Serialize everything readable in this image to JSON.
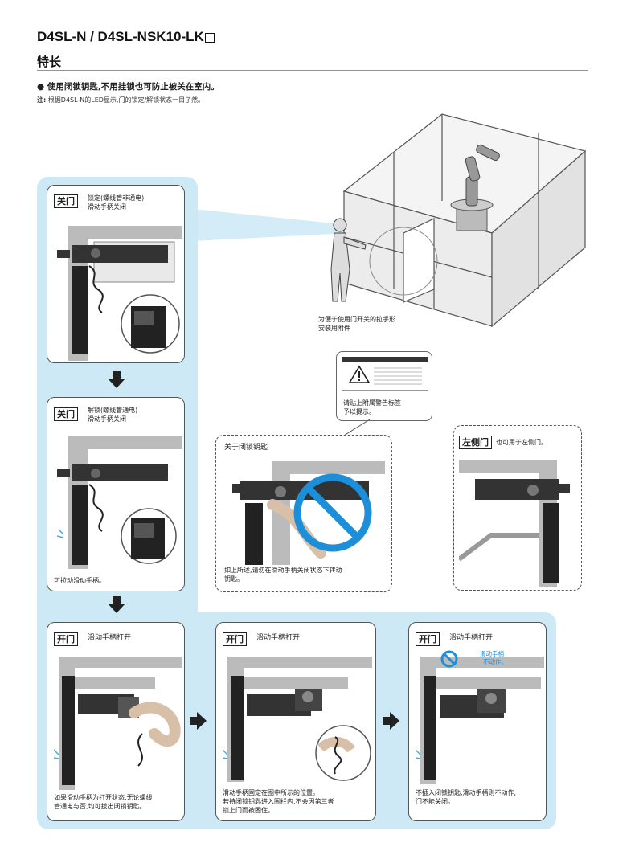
{
  "header": {
    "title": "D4SL-N / D4SL-NSK10-LK",
    "section": "特长",
    "bullet": "● 使用闭锁钥匙,不用挂锁也可防止被关在室内。",
    "note_label": "注:",
    "note_text": "根据D4SL-N的LED显示,门的锁定/解锁状态一目了然。"
  },
  "cell": {
    "caption": [
      "为便于使用门开关的拉手形",
      "安装用附件"
    ]
  },
  "warning": {
    "caption": [
      "请贴上附属警告标签",
      "予以提示。"
    ]
  },
  "panel1": {
    "tag": "关门",
    "text": [
      "锁定(螺线管非通电)",
      "滑动手柄关闭"
    ]
  },
  "panel2": {
    "tag": "关门",
    "text": [
      "解锁(螺线管通电)",
      "滑动手柄关闭"
    ],
    "caption": "可拉动滑动手柄。"
  },
  "key_panel": {
    "title": "关于闭锁钥匙",
    "caption": [
      "如上所述,请勿在滑动手柄关闭状态下转动",
      "钥匙。"
    ]
  },
  "left_door": {
    "tag": "左侧门",
    "text": "也可用于左侧门。"
  },
  "panel3": {
    "tag": "开门",
    "text": "滑动手柄打开",
    "caption": [
      "如果滑动手柄为打开状态,无论螺线",
      "管通电与否,均可拔出闭锁钥匙。"
    ]
  },
  "panel4": {
    "tag": "开门",
    "text": "滑动手柄打开",
    "caption": [
      "滑动手柄固定在图中所示的位置。",
      "若持闭锁钥匙进入围栏内,不会因第三者",
      "锁上门而被困住。"
    ]
  },
  "panel5": {
    "tag": "开门",
    "text": "滑动手柄打开",
    "no_label": [
      "滑动手柄",
      "不动作。"
    ],
    "caption": [
      "不插入闭锁钥匙,滑动手柄则不动作,",
      "门不能关闭。"
    ]
  },
  "colors": {
    "accent": "#39b4e0",
    "panel_bg": "#cde9f6",
    "no_sign": "#1d8fd8"
  }
}
